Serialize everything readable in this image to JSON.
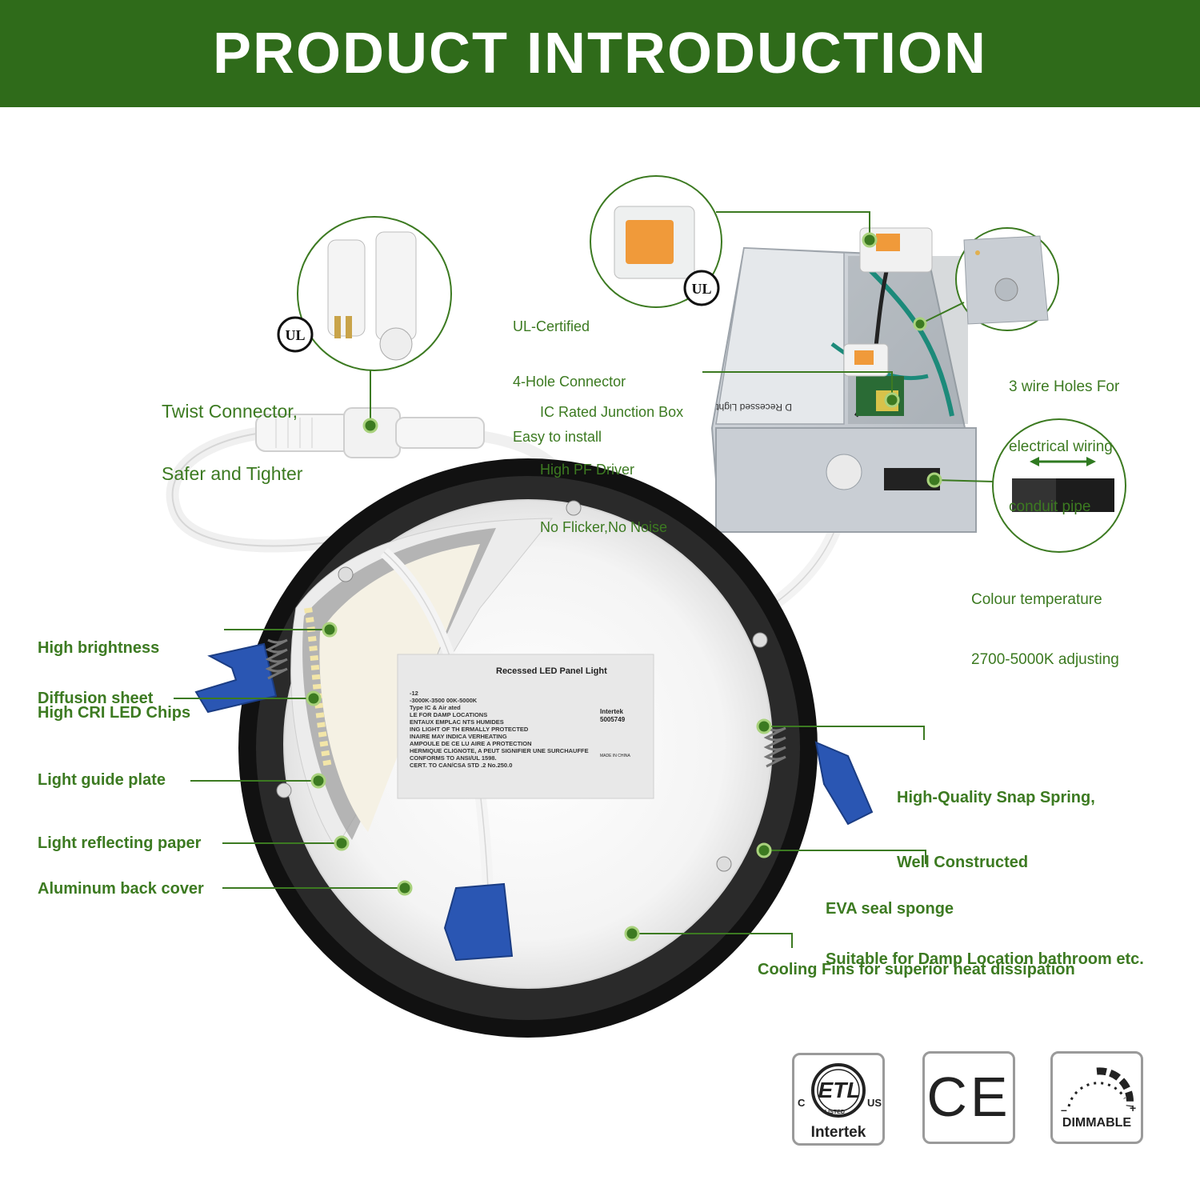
{
  "banner": {
    "title": "PRODUCT INTRODUCTION",
    "color": "#2f6b1a"
  },
  "accent": "#3c7a21",
  "callouts": {
    "twist": [
      "Twist Connector,",
      "Safer and Tighter"
    ],
    "connector": [
      "UL-Certified",
      "4-Hole Connector",
      "Easy to install"
    ],
    "junction": [
      "IC Rated Junction Box",
      "High PF Driver",
      "No Flicker,No Noise"
    ],
    "holes": [
      "3 wire Holes For",
      "electrical wiring",
      "conduit pipe"
    ],
    "colour": [
      "Colour temperature",
      "2700-5000K adjusting"
    ],
    "brightness": [
      "High brightness",
      "High CRI LED Chips"
    ],
    "diffusion": "Diffusion sheet",
    "guide": "Light guide plate",
    "reflect": "Light reflecting paper",
    "aluminum": "Aluminum back cover",
    "spring": [
      "High-Quality Snap Spring,",
      "Well Constructed"
    ],
    "eva": [
      "EVA seal sponge",
      "Suitable for Damp Location bathroom etc."
    ],
    "cooling": "Cooling Fins for superior heat dissipation"
  },
  "product_label": {
    "title": "Recessed LED Panel Light",
    "lines": [
      "-12",
      "-3000K-3500  00K-5000K",
      "Type IC & Air   ated",
      "LE FOR DAMP LOCATIONS",
      "ENTAUX EMPLAC  NTS HUMIDES",
      "ING LIGHT OF TH  ERMALLY PROTECTED",
      "INAIRE MAY INDICA  VERHEATING",
      "AMPOULE DE CE LU  AIRE A PROTECTION",
      "HERMIQUE CLIGNOTE,  A PEUT SIGNIFIER UNE SURCHAUFFE",
      "CONFORMS TO ANSI/UL   1598.",
      "CERT. TO CAN/CSA STD   .2 No.250.0"
    ],
    "intertek": "Intertek",
    "intertek_no": "5005749",
    "made_in": "MADE IN CHINA"
  },
  "box_label": [
    "D Recessed Light"
  ],
  "ul_mark": "UL",
  "certs": {
    "etl_main": "ETL",
    "etl_c": "C",
    "etl_us": "US",
    "etl_listed": "LISTED",
    "etl_intertek": "Intertek",
    "ce": "CE",
    "dimmable": "DIMMABLE",
    "minus": "–",
    "plus": "+"
  },
  "icons": [
    "ul-icon",
    "etl-icon",
    "ce-icon",
    "dimmable-icon",
    "arrow-both-icon"
  ]
}
